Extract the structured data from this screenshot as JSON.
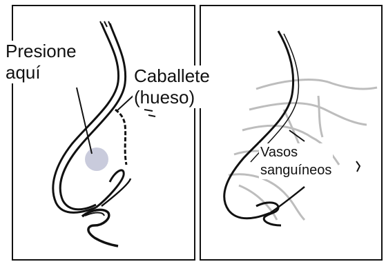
{
  "labels": {
    "press_here": [
      "Presione",
      "aquí"
    ],
    "bridge": [
      "Caballete",
      "(hueso)"
    ],
    "blood_vessels": [
      "Vasos",
      "sanguíneos"
    ]
  },
  "colors": {
    "ink": "#111111",
    "press_spot": "#c9cbdc",
    "vessel_gray": "#bdbdbd",
    "background": "#ffffff"
  }
}
